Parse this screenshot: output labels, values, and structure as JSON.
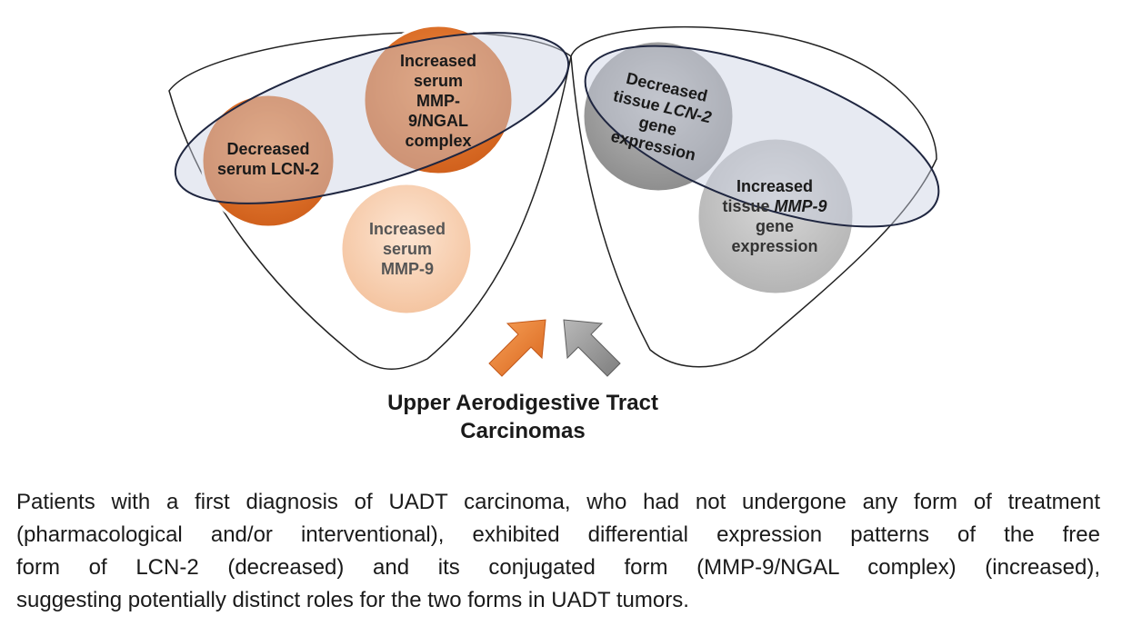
{
  "left_group": {
    "bubble_complex": [
      "Increased",
      "serum",
      "MMP-",
      "9/NGAL",
      "complex"
    ],
    "bubble_lcn2": [
      "Decreased",
      "serum LCN-2"
    ],
    "bubble_mmp9": [
      "Increased",
      "serum",
      "MMP-9"
    ]
  },
  "right_group": {
    "bubble_lcn2_tissue": {
      "line1": "Decreased",
      "line2_a": "tissue ",
      "line2_b": "LCN-2",
      "line3": "gene",
      "line4": "expression"
    },
    "bubble_mmp9_tissue": {
      "line1": "Increased",
      "line2_a": "tissue ",
      "line2_b": "MMP-9",
      "line3": "gene",
      "line4": "expression"
    }
  },
  "title": [
    "Upper Aerodigestive Tract",
    "Carcinomas"
  ],
  "caption": [
    "Patients with a first diagnosis of UADT carcinoma, who had not undergone any form of treatment",
    "(pharmacological and/or interventional), exhibited differential expression patterns of the free",
    "form of LCN-2 (decreased) and its conjugated form (MMP-9/NGAL complex) (increased),",
    "suggesting potentially distinct roles for the two forms in UADT tumors."
  ],
  "colors": {
    "orange": "#e3742a",
    "orange_light": "#f6c9a6",
    "grey": "#9a9a9a",
    "highlight_ellipse": "#c9d0e3"
  }
}
